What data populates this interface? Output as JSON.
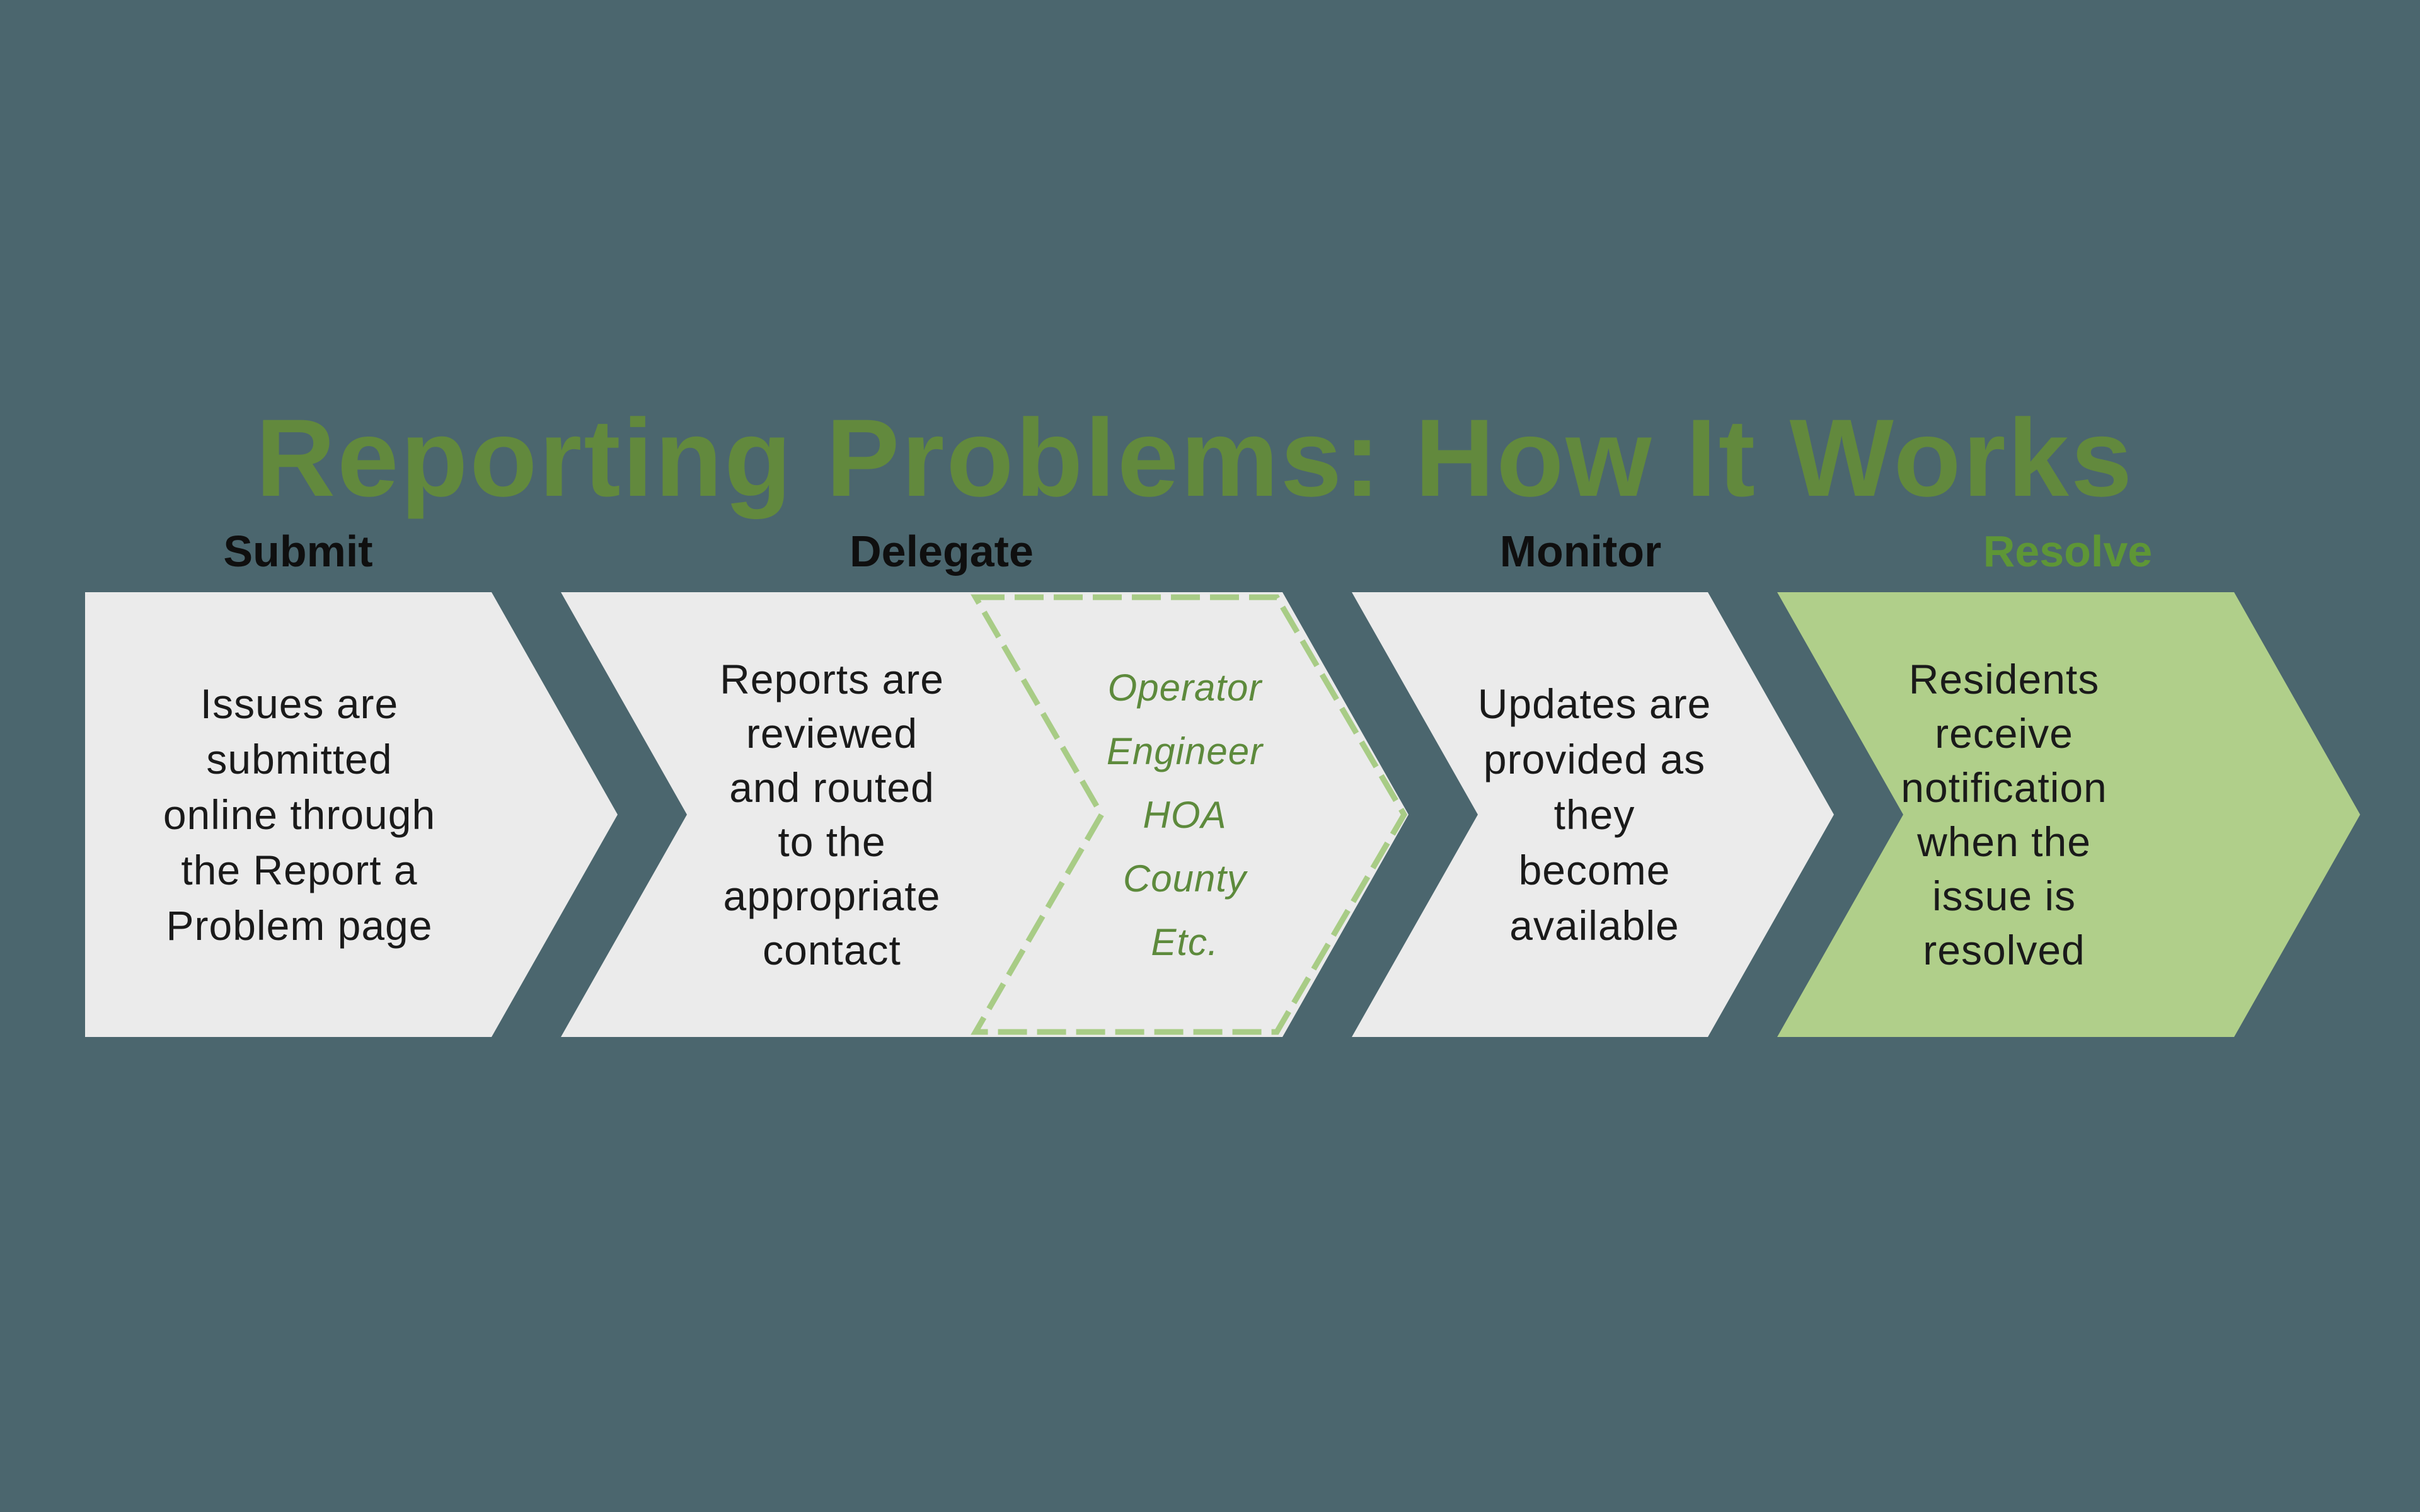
{
  "background_color": "#4b666e",
  "title": {
    "text": "Reporting Problems: How It Works",
    "color": "#62893d"
  },
  "steps": [
    {
      "label": "Submit",
      "label_color": "#0f0f0f",
      "fill": "#ebebeb",
      "text_color": "#1a1a1a",
      "lines": [
        "Issues are",
        "submitted",
        "online through",
        "the Report a",
        "Problem page"
      ]
    },
    {
      "label": "Delegate",
      "label_color": "#0f0f0f",
      "fill": "#ebebeb",
      "text_color": "#1a1a1a",
      "lines": [
        "Reports are",
        "reviewed",
        "and routed",
        "to the",
        "appropriate",
        "contact"
      ],
      "delegates": {
        "outline_color": "#a8cc86",
        "text_color": "#5d8a3c",
        "items": [
          "Operator",
          "Engineer",
          "HOA",
          "County",
          "Etc."
        ]
      }
    },
    {
      "label": "Monitor",
      "label_color": "#0f0f0f",
      "fill": "#ebebeb",
      "text_color": "#1a1a1a",
      "lines": [
        "Updates are",
        "provided as",
        "they",
        "become",
        "available"
      ]
    },
    {
      "label": "Resolve",
      "label_color": "#5e9636",
      "fill": "#b0cf8a",
      "text_color": "#1a1a1a",
      "lines": [
        "Residents",
        "receive",
        "notification",
        "when the",
        "issue is",
        "resolved"
      ]
    }
  ]
}
